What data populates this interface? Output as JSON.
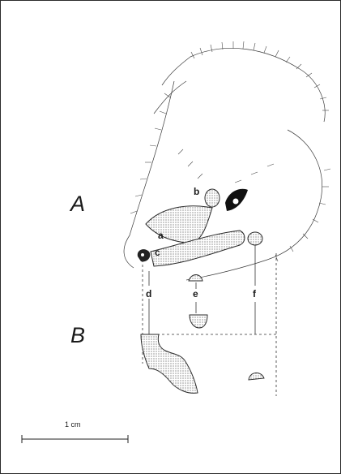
{
  "panels": {
    "a": "A",
    "b": "B"
  },
  "letters": {
    "a": "a",
    "b": "b",
    "c": "c",
    "d": "d",
    "e": "e",
    "f": "f"
  },
  "scale_bar": {
    "label": "1 cm"
  },
  "colors": {
    "ink": "#1a1a1a",
    "stipple": "#555555"
  }
}
